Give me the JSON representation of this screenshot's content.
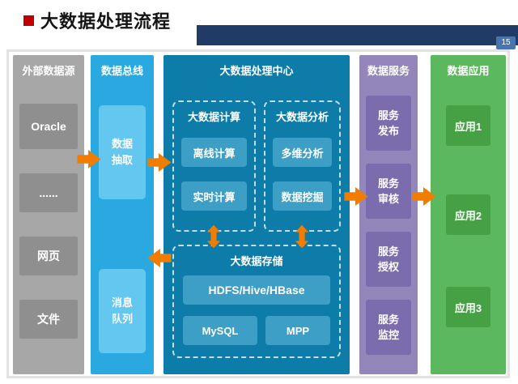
{
  "page": {
    "title": "大数据处理流程",
    "page_number": "15"
  },
  "columns": {
    "sources": {
      "header": "外部数据源",
      "items": [
        "Oracle",
        "......",
        "网页",
        "文件"
      ]
    },
    "bus": {
      "header": "数据总线",
      "items": [
        "数据\n抽取",
        "消息\n队列"
      ]
    },
    "center": {
      "header": "大数据处理中心",
      "compute": {
        "title": "大数据计算",
        "items": [
          "离线计算",
          "实时计算"
        ]
      },
      "analysis": {
        "title": "大数据分析",
        "items": [
          "多维分析",
          "数据挖掘"
        ]
      },
      "storage": {
        "title": "大数据存储",
        "wide_item": "HDFS/Hive/HBase",
        "items": [
          "MySQL",
          "MPP"
        ]
      }
    },
    "services": {
      "header": "数据服务",
      "items": [
        "服务\n发布",
        "服务\n审核",
        "服务\n授权",
        "服务\n监控"
      ]
    },
    "apps": {
      "header": "数据应用",
      "items": [
        "应用1",
        "应用2",
        "应用3"
      ]
    }
  },
  "colors": {
    "accent_red": "#c00000",
    "header_bar": "#203c66",
    "arrow": "#f07d00",
    "sources_bg": "#a7a7a7",
    "sources_box": "#8f8f8f",
    "bus_bg": "#2aa9e0",
    "bus_box": "#63c7f0",
    "center_bg": "#0d7ca8",
    "center_box": "#3d9fc6",
    "services_bg": "#9286bb",
    "services_box": "#7b6dad",
    "apps_bg": "#5cb85f",
    "apps_box": "#46a144"
  }
}
